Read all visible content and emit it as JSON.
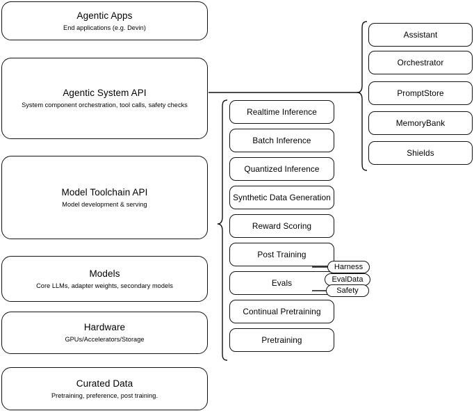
{
  "diagram": {
    "title": "Agentic stack layers",
    "stroke_color": "#111111",
    "background_color": "#ffffff"
  },
  "left_stack": {
    "layers": [
      {
        "title": "Agentic Apps",
        "subtitle": "End applications (e.g. Devin)"
      },
      {
        "title": "Agentic System API",
        "subtitle": "System component orchestration, tool calls, safety checks"
      },
      {
        "title": "Model Toolchain API",
        "subtitle": "Model development & serving"
      },
      {
        "title": "Models",
        "subtitle": "Core LLMs, adapter weights, secondary models"
      },
      {
        "title": "Hardware",
        "subtitle": "GPUs/Accelerators/Storage"
      },
      {
        "title": "Curated Data",
        "subtitle": "Pretraining, preference, post training."
      }
    ]
  },
  "toolchain_column": {
    "items": [
      {
        "label": "Realtime Inference"
      },
      {
        "label": "Batch Inference"
      },
      {
        "label": "Quantized Inference"
      },
      {
        "label": "Synthetic Data Generation"
      },
      {
        "label": "Reward Scoring"
      },
      {
        "label": "Post Training"
      },
      {
        "label": "Evals"
      },
      {
        "label": "Continual Pretraining"
      },
      {
        "label": "Pretraining"
      }
    ]
  },
  "evals_pills": {
    "items": [
      {
        "label": "Harness"
      },
      {
        "label": "EvalData"
      },
      {
        "label": "Safety"
      }
    ]
  },
  "agentic_system_column": {
    "items": [
      {
        "label": "Assistant"
      },
      {
        "label": "Orchestrator"
      },
      {
        "label": "PromptStore"
      },
      {
        "label": "MemoryBank"
      },
      {
        "label": "Shields"
      }
    ]
  }
}
